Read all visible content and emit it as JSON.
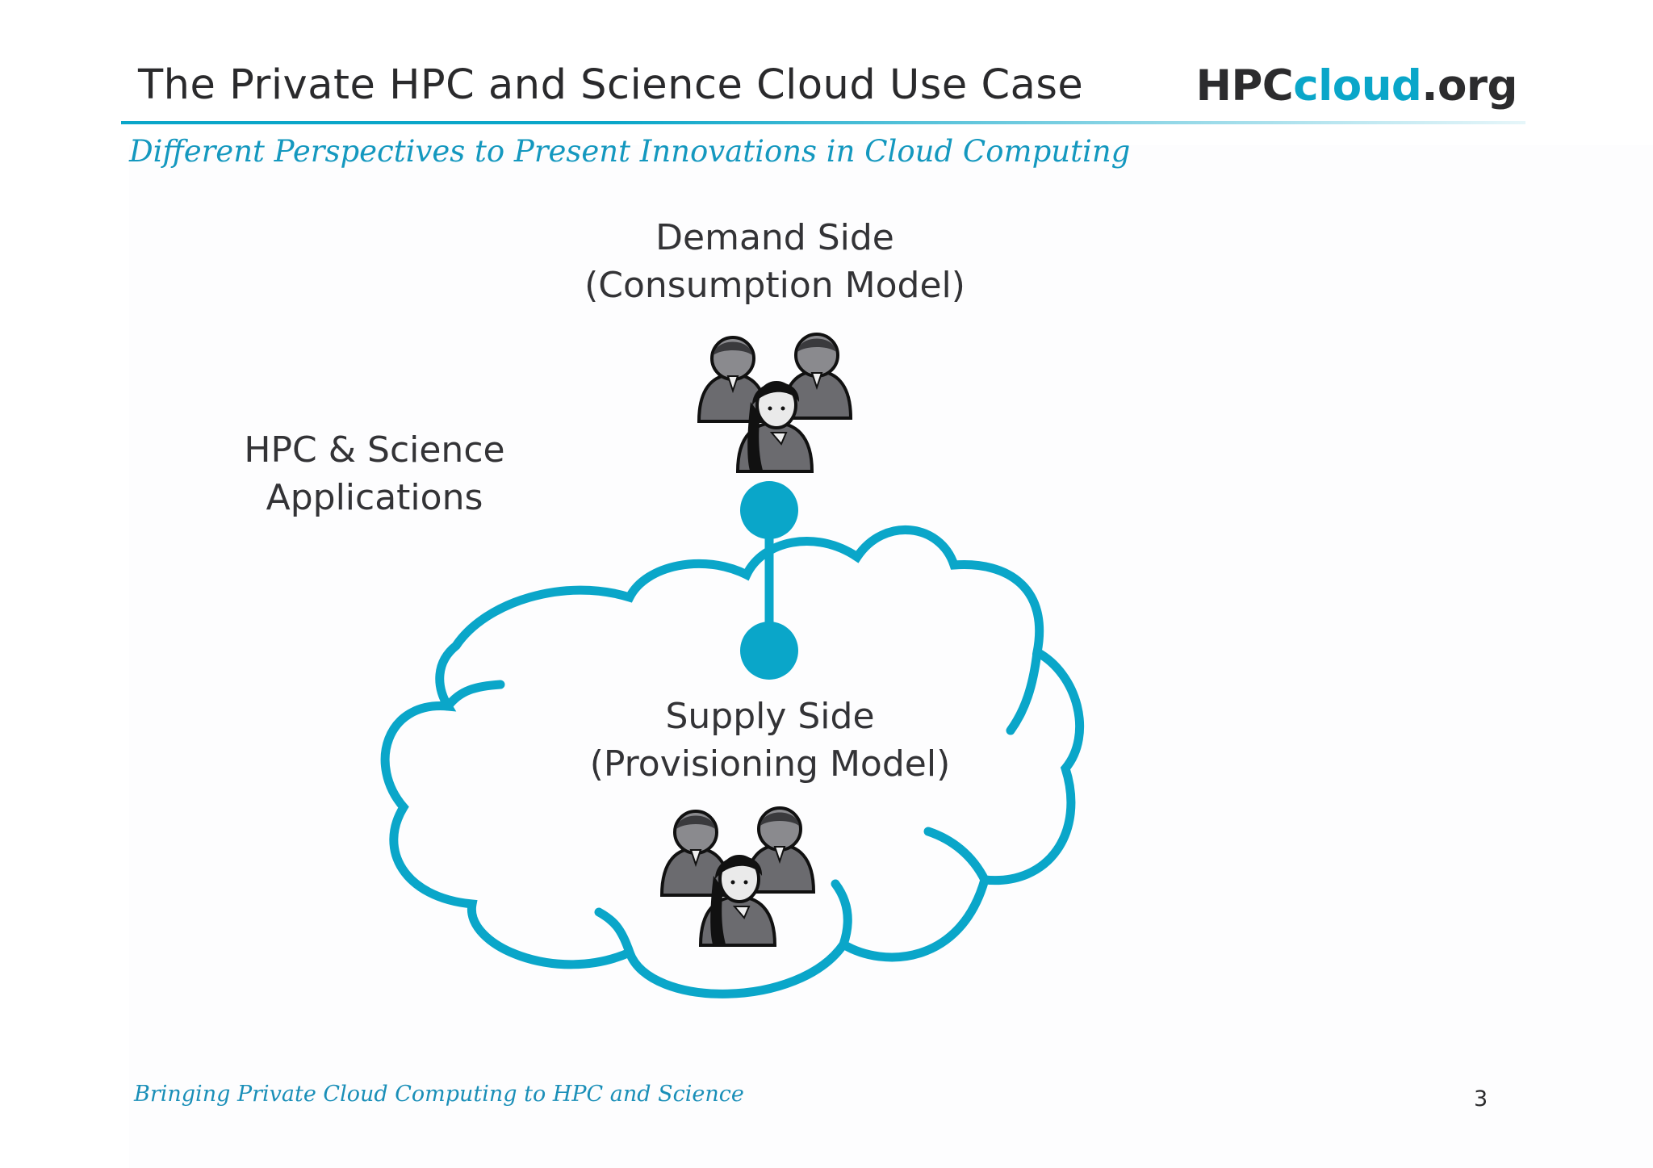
{
  "header": {
    "title": "The Private HPC and Science Cloud Use Case",
    "logo_dark": "HPC",
    "logo_blue": "cloud",
    "logo_suffix": ".org",
    "subtitle": "Different Perspectives to Present Innovations in Cloud Computing"
  },
  "diagram": {
    "demand_line1": "Demand Side",
    "demand_line2": "(Consumption Model)",
    "apps_line1": "HPC & Science",
    "apps_line2": "Applications",
    "supply_line1": "Supply Side",
    "supply_line2": "(Provisioning Model)",
    "icons": [
      "user-group-icon",
      "user-group-icon",
      "cloud-icon"
    ]
  },
  "footer": {
    "tagline": "Bringing Private Cloud Computing to HPC and Science",
    "page_number": "3"
  },
  "colors": {
    "accent": "#0aa6c9",
    "text": "#333336",
    "person_fill": "#6b6b6f"
  }
}
